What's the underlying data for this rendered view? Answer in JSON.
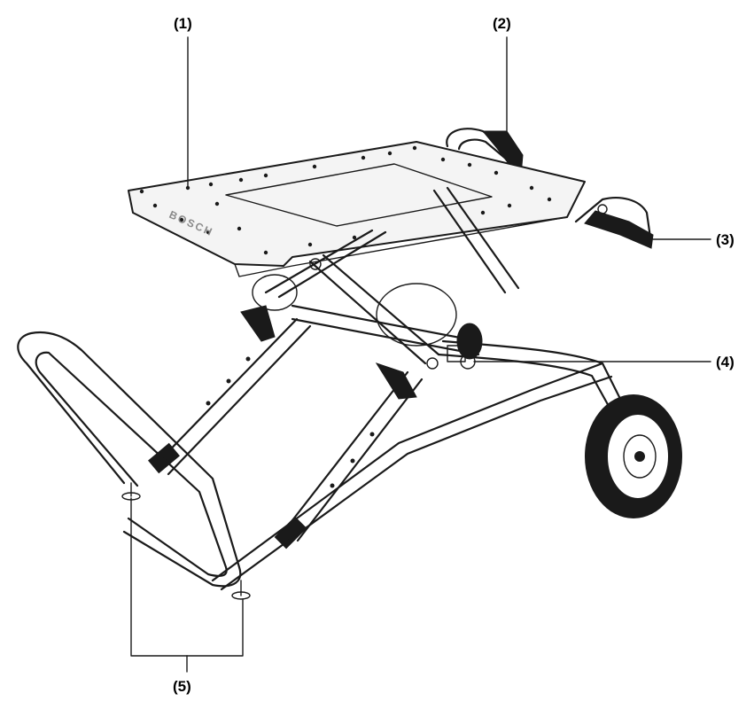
{
  "callouts": {
    "c1": "(1)",
    "c2": "(2)",
    "c3": "(3)",
    "c4": "(4)",
    "c5": "(5)"
  },
  "brand_text": "BOSCH",
  "colors": {
    "line": "#1a1a1a",
    "background": "#ffffff",
    "plate": "#f4f4f4"
  }
}
